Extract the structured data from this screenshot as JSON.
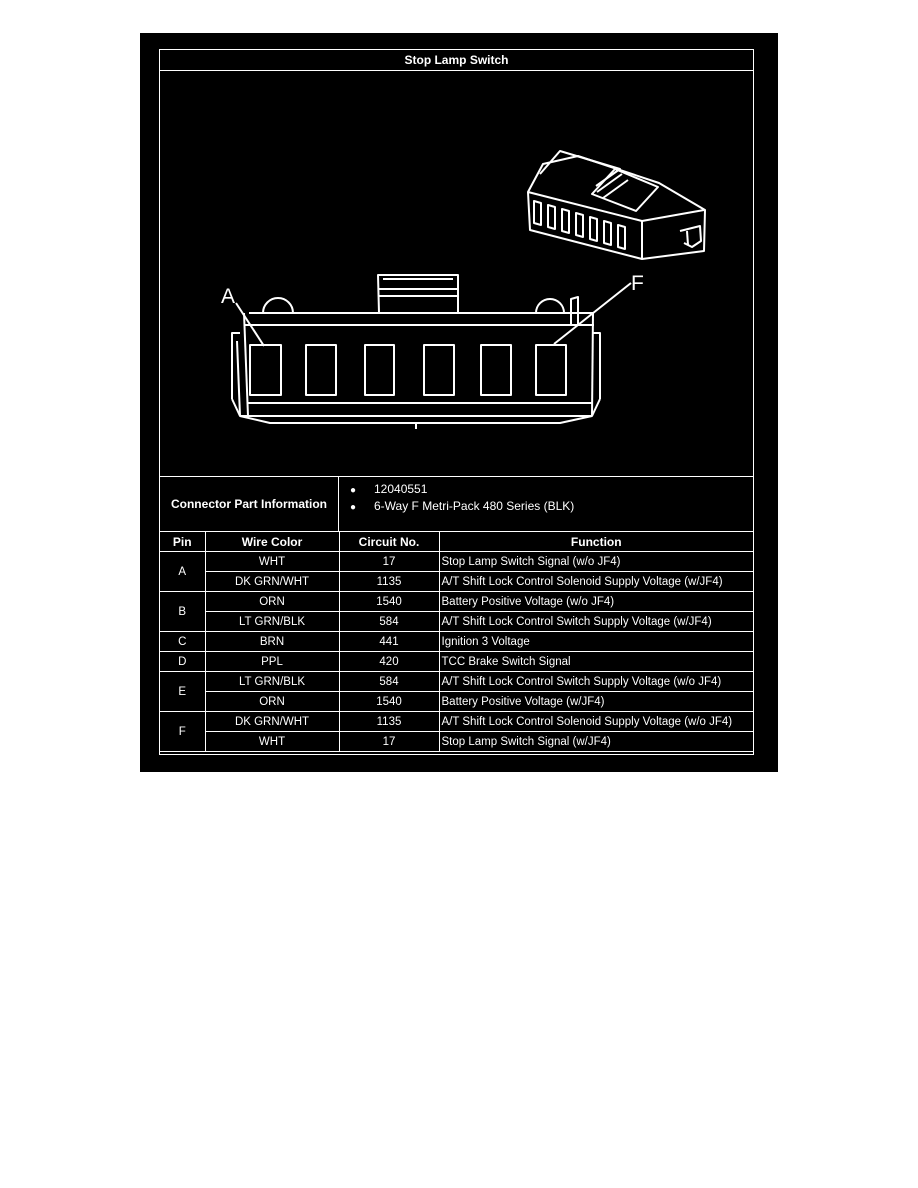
{
  "title": "Stop Lamp Switch",
  "figure": {
    "callouts": [
      "A",
      "F"
    ]
  },
  "connector": {
    "label": "Connector Part Information",
    "items": [
      "12040551",
      "6-Way F Metri-Pack 480 Series (BLK)"
    ]
  },
  "table": {
    "headers": [
      "Pin",
      "Wire Color",
      "Circuit No.",
      "Function"
    ],
    "rows": [
      {
        "pin": "A",
        "color": "WHT",
        "circuit": "17",
        "function": "Stop Lamp Switch Signal (w/o JF4)"
      },
      {
        "pin": "",
        "color": "DK GRN/WHT",
        "circuit": "1135",
        "function": "A/T Shift Lock Control Solenoid Supply Voltage (w/JF4)"
      },
      {
        "pin": "B",
        "color": "ORN",
        "circuit": "1540",
        "function": "Battery Positive Voltage (w/o JF4)"
      },
      {
        "pin": "",
        "color": "LT GRN/BLK",
        "circuit": "584",
        "function": "A/T Shift Lock Control Switch Supply Voltage (w/JF4)"
      },
      {
        "pin": "C",
        "color": "BRN",
        "circuit": "441",
        "function": "Ignition 3 Voltage"
      },
      {
        "pin": "D",
        "color": "PPL",
        "circuit": "420",
        "function": "TCC Brake Switch Signal"
      },
      {
        "pin": "E",
        "color": "LT GRN/BLK",
        "circuit": "584",
        "function": "A/T Shift Lock Control Switch Supply Voltage (w/o JF4)"
      },
      {
        "pin": "",
        "color": "ORN",
        "circuit": "1540",
        "function": "Battery Positive Voltage (w/JF4)"
      },
      {
        "pin": "F",
        "color": "DK GRN/WHT",
        "circuit": "1135",
        "function": "A/T Shift Lock Control Solenoid Supply Voltage (w/o JF4)"
      },
      {
        "pin": "",
        "color": "WHT",
        "circuit": "17",
        "function": "Stop Lamp Switch Signal (w/JF4)"
      }
    ]
  }
}
